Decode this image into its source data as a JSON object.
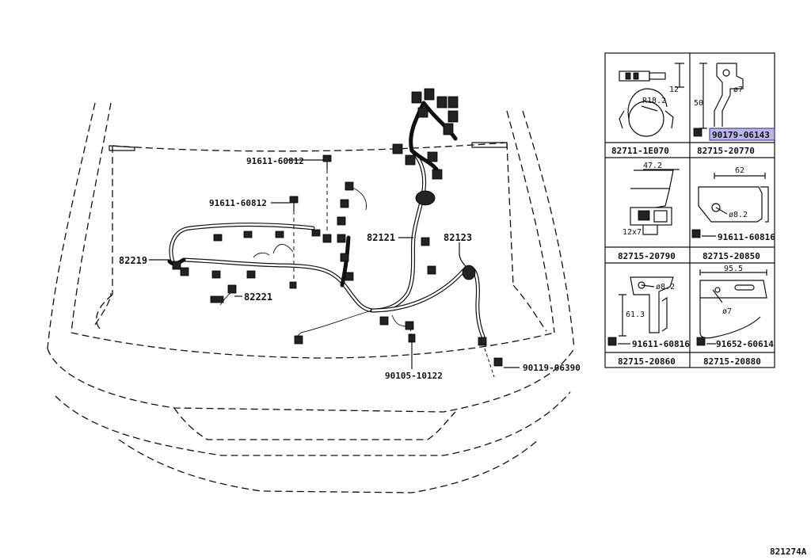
{
  "diagram_code": "821274A",
  "main": {
    "labels": {
      "p91611_60812_a": "91611-60812",
      "p91611_60812_b": "91611-60812",
      "p82219": "82219",
      "p82221": "82221",
      "p82121": "82121",
      "p82123": "82123",
      "p90105_10122": "90105-10122",
      "p90119_06390": "90119-06390"
    }
  },
  "parts_table": {
    "cells": [
      {
        "part": "82711-1E070",
        "dims": [
          "12",
          "R18.2"
        ],
        "sub_part": ""
      },
      {
        "part": "82715-20770",
        "dims": [
          "50",
          "ø7"
        ],
        "sub_part": "90179-06143",
        "highlighted": true
      },
      {
        "part": "82715-20790",
        "dims": [
          "47.2",
          "12x7"
        ],
        "sub_part": ""
      },
      {
        "part": "82715-20850",
        "dims": [
          "62",
          "ø8.2"
        ],
        "sub_part": "91611-60816"
      },
      {
        "part": "82715-20860",
        "dims": [
          "ø8.2",
          "61.3"
        ],
        "sub_part": "91611-60816"
      },
      {
        "part": "82715-20880",
        "dims": [
          "95.5",
          "ø7"
        ],
        "sub_part": "91652-60614"
      }
    ]
  },
  "colors": {
    "line": "#111111",
    "highlight": "#b9b6e8",
    "background": "#ffffff"
  }
}
